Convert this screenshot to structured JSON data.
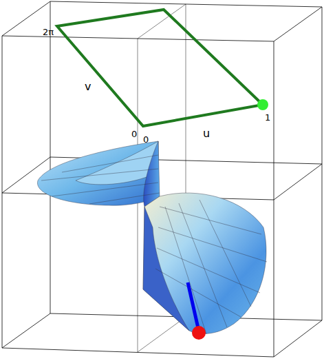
{
  "diagram": {
    "labels": [
      "2π",
      "v",
      "0",
      "0",
      "u",
      "1"
    ]
  }
}
